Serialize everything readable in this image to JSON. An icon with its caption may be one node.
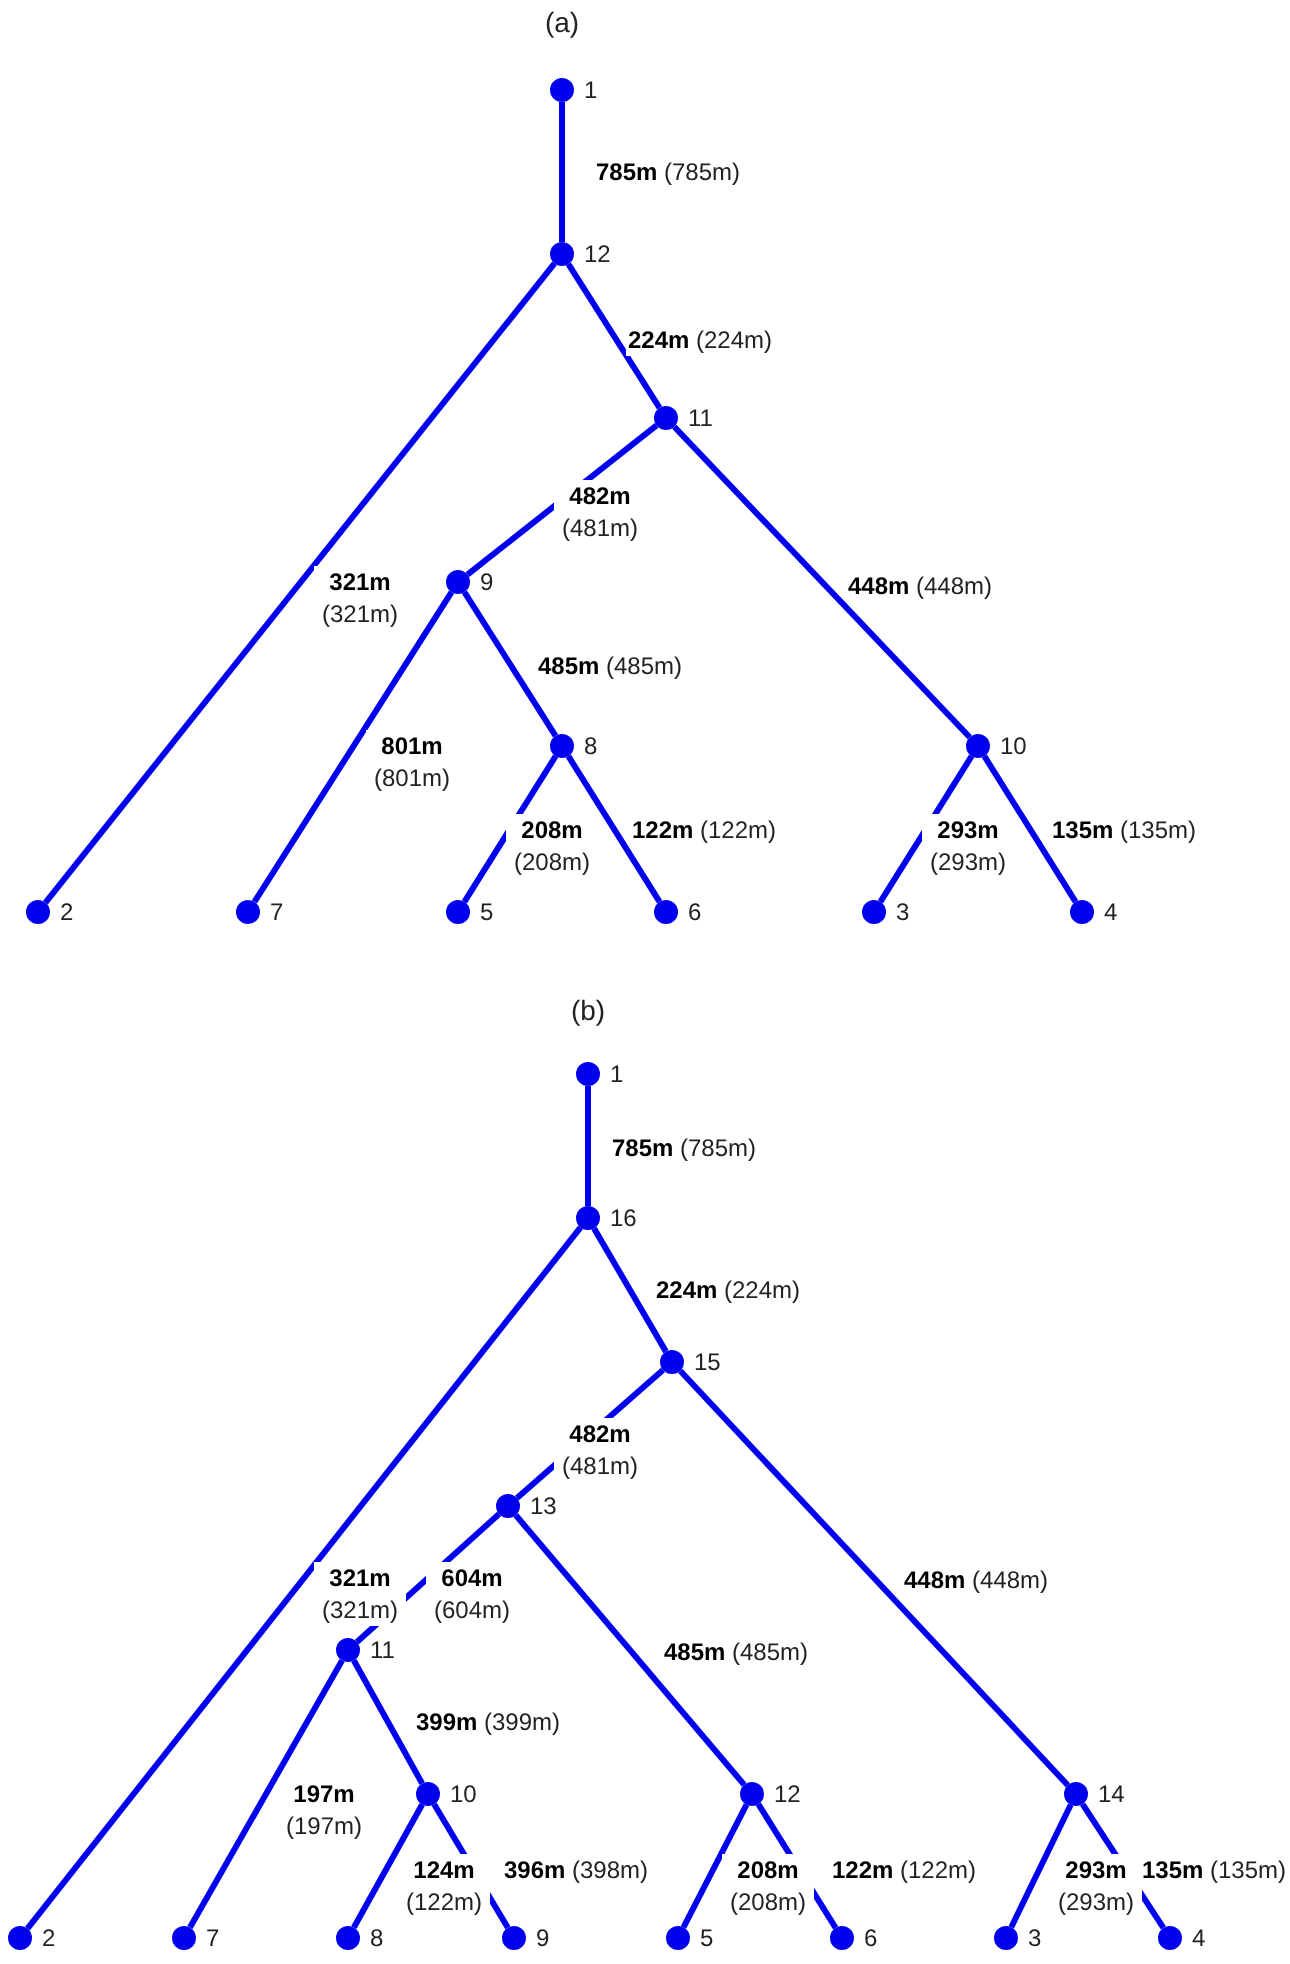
{
  "diagram": {
    "nodes": [
      {
        "text": [],
        "shape": "circle",
        "beside": [
          "1"
        ]
      },
      {
        "text": [],
        "shape": "circle",
        "beside": [
          "12"
        ]
      },
      {
        "text": [],
        "shape": "circle",
        "beside": [
          "11"
        ]
      },
      {
        "text": [],
        "shape": "circle",
        "beside": [
          "9"
        ]
      },
      {
        "text": [],
        "shape": "circle",
        "beside": [
          "8"
        ]
      },
      {
        "text": [],
        "shape": "circle",
        "beside": [
          "10"
        ]
      },
      {
        "text": [],
        "shape": "circle",
        "beside": [
          "2"
        ]
      },
      {
        "text": [],
        "shape": "circle",
        "beside": [
          "7"
        ]
      },
      {
        "text": [],
        "shape": "circle",
        "beside": [
          "5"
        ]
      },
      {
        "text": [],
        "shape": "circle",
        "beside": [
          "6"
        ]
      },
      {
        "text": [],
        "shape": "circle",
        "beside": [
          "3"
        ]
      },
      {
        "text": [],
        "shape": "circle",
        "beside": [
          "4"
        ]
      },
      {
        "text": [],
        "shape": "circle",
        "beside": [
          "1"
        ]
      },
      {
        "text": [],
        "shape": "circle",
        "beside": [
          "16"
        ]
      },
      {
        "text": [],
        "shape": "circle",
        "beside": [
          "15"
        ]
      },
      {
        "text": [],
        "shape": "circle",
        "beside": [
          "13"
        ]
      },
      {
        "text": [],
        "shape": "circle",
        "beside": [
          "11"
        ]
      },
      {
        "text": [],
        "shape": "circle",
        "beside": [
          "10"
        ]
      },
      {
        "text": [],
        "shape": "circle",
        "beside": [
          "12"
        ]
      },
      {
        "text": [],
        "shape": "circle",
        "beside": [
          "14"
        ]
      },
      {
        "text": [],
        "shape": "circle",
        "beside": [
          "2"
        ]
      },
      {
        "text": [],
        "shape": "circle",
        "beside": [
          "7"
        ]
      },
      {
        "text": [],
        "shape": "circle",
        "beside": [
          "8"
        ]
      },
      {
        "text": [],
        "shape": "circle",
        "beside": [
          "9"
        ]
      },
      {
        "text": [],
        "shape": "circle",
        "beside": [
          "5"
        ]
      },
      {
        "text": [],
        "shape": "circle",
        "beside": [
          "6"
        ]
      },
      {
        "text": [],
        "shape": "circle",
        "beside": [
          "3"
        ]
      },
      {
        "text": [],
        "shape": "circle",
        "beside": [
          "4"
        ]
      }
    ],
    "edges": [
      {
        "from": 0,
        "to": 1,
        "arrow": "none",
        "label": "**785m** (785m)"
      },
      {
        "from": 1,
        "to": 2,
        "arrow": "none",
        "label": "**224m** (224m)"
      },
      {
        "from": 2,
        "to": 3,
        "arrow": "none",
        "label": "**482m** (481m)"
      },
      {
        "from": 1,
        "to": 6,
        "arrow": "none",
        "label": "**321m** (321m)"
      },
      {
        "from": 3,
        "to": 4,
        "arrow": "none",
        "label": "**485m** (485m)"
      },
      {
        "from": 3,
        "to": 7,
        "arrow": "none",
        "label": "**801m** (801m)"
      },
      {
        "from": 4,
        "to": 8,
        "arrow": "none",
        "label": "**208m** (208m)"
      },
      {
        "from": 4,
        "to": 9,
        "arrow": "none",
        "label": "**122m** (122m)"
      },
      {
        "from": 2,
        "to": 5,
        "arrow": "none",
        "label": "**448m** (448m)"
      },
      {
        "from": 5,
        "to": 10,
        "arrow": "none",
        "label": "**293m** (293m)"
      },
      {
        "from": 5,
        "to": 11,
        "arrow": "none",
        "label": "**135m** (135m)"
      },
      {
        "from": 12,
        "to": 13,
        "arrow": "none",
        "label": "**785m** (785m)"
      },
      {
        "from": 13,
        "to": 14,
        "arrow": "none",
        "label": "**224m** (224m)"
      },
      {
        "from": 14,
        "to": 15,
        "arrow": "none",
        "label": "**482m** (481m)"
      },
      {
        "from": 13,
        "to": 20,
        "arrow": "none",
        "label": "**321m** (321m)"
      },
      {
        "from": 15,
        "to": 16,
        "arrow": "none",
        "label": "**604m** (604m)"
      },
      {
        "from": 15,
        "to": 18,
        "arrow": "none",
        "label": "**485m** (485m)"
      },
      {
        "from": 14,
        "to": 19,
        "arrow": "none",
        "label": "**448m** (448m)"
      },
      {
        "from": 16,
        "to": 17,
        "arrow": "none",
        "label": "**399m** (399m)"
      },
      {
        "from": 16,
        "to": 21,
        "arrow": "none",
        "label": "**197m** (197m)"
      },
      {
        "from": 17,
        "to": 22,
        "arrow": "none",
        "label": "**124m** (122m)"
      },
      {
        "from": 17,
        "to": 23,
        "arrow": "none",
        "label": "**396m** (398m)"
      },
      {
        "from": 18,
        "to": 24,
        "arrow": "none",
        "label": "**208m** (208m)"
      },
      {
        "from": 18,
        "to": 25,
        "arrow": "none",
        "label": "**122m** (122m)"
      },
      {
        "from": 19,
        "to": 26,
        "arrow": "none",
        "label": "**293m** (293m)"
      },
      {
        "from": 19,
        "to": 27,
        "arrow": "none",
        "label": "**135m** (135m)"
      }
    ],
    "labels": [
      "(a)",
      "(b)"
    ]
  }
}
